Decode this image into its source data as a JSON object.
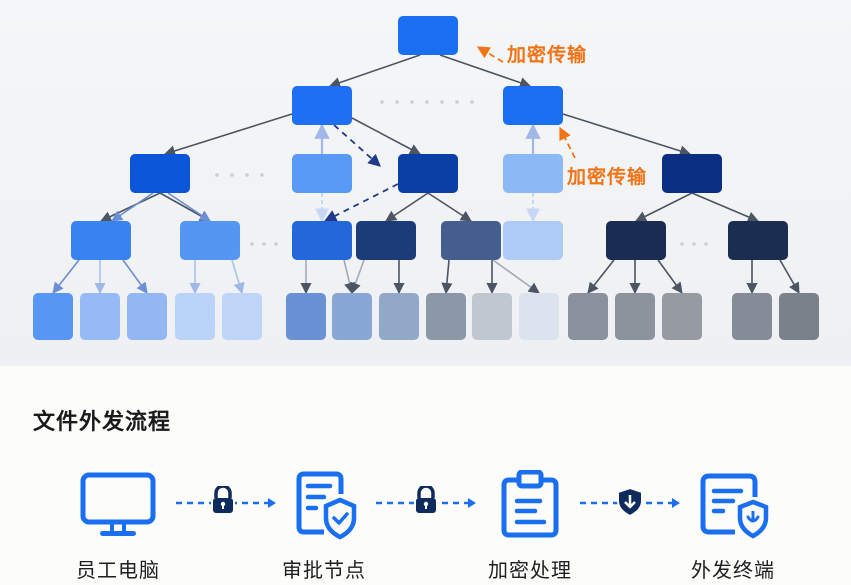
{
  "tree": {
    "annotations": [
      {
        "id": "enc-top",
        "text": "加密传输"
      },
      {
        "id": "enc-right",
        "text": "加密传输"
      }
    ],
    "colors": {
      "edge": "#4b5563",
      "edge_light": "#9fb8e8",
      "dashed_navy": "#1e3a8a",
      "annotation": "#f07316",
      "ellipsis": "#c9ced6"
    },
    "nodes": [
      {
        "id": "root",
        "level": 0,
        "color": "#1a6ff0"
      },
      {
        "id": "l1-a",
        "level": 1,
        "color": "#1f6ff2"
      },
      {
        "id": "l1-b",
        "level": 1,
        "color": "#1a6ff0"
      },
      {
        "id": "l2-a",
        "level": 2,
        "color": "#0b55d8"
      },
      {
        "id": "l2-b",
        "level": 2,
        "color": "#5799f5"
      },
      {
        "id": "l2-c",
        "level": 2,
        "color": "#0a3fa6"
      },
      {
        "id": "l2-d",
        "level": 2,
        "color": "#8cb8f5"
      },
      {
        "id": "l2-e",
        "level": 2,
        "color": "#0a2f82"
      },
      {
        "id": "l3-a",
        "level": 3,
        "color": "#3883f0"
      },
      {
        "id": "l3-b",
        "level": 3,
        "color": "#5496f2"
      },
      {
        "id": "l3-c",
        "level": 3,
        "color": "#2367db"
      },
      {
        "id": "l3-d",
        "level": 3,
        "color": "#1b3c78"
      },
      {
        "id": "l3-e",
        "level": 3,
        "color": "#445f8f"
      },
      {
        "id": "l3-f",
        "level": 3,
        "color": "#aecbf7"
      },
      {
        "id": "l3-g",
        "level": 3,
        "color": "#1b2c52"
      },
      {
        "id": "l3-h",
        "level": 3,
        "color": "#1c2d52"
      },
      {
        "id": "l4-1",
        "level": 4,
        "color": "#5797f3"
      },
      {
        "id": "l4-2",
        "level": 4,
        "color": "#95baf5"
      },
      {
        "id": "l4-3",
        "level": 4,
        "color": "#92b7f3"
      },
      {
        "id": "l4-4",
        "level": 4,
        "color": "#bad3f8"
      },
      {
        "id": "l4-5",
        "level": 4,
        "color": "#bed5f8"
      },
      {
        "id": "l4-6",
        "level": 4,
        "color": "#6a91d4"
      },
      {
        "id": "l4-7",
        "level": 4,
        "color": "#88a6d6"
      },
      {
        "id": "l4-8",
        "level": 4,
        "color": "#92a8c9"
      },
      {
        "id": "l4-9",
        "level": 4,
        "color": "#8c97a8"
      },
      {
        "id": "l4-10",
        "level": 4,
        "color": "#c1c7d1"
      },
      {
        "id": "l4-11",
        "level": 4,
        "color": "#dbe3ef"
      },
      {
        "id": "l4-12",
        "level": 4,
        "color": "#8a919c"
      },
      {
        "id": "l4-13",
        "level": 4,
        "color": "#8d939d"
      },
      {
        "id": "l4-14",
        "level": 4,
        "color": "#959aa3"
      },
      {
        "id": "l4-15",
        "level": 4,
        "color": "#868c97"
      },
      {
        "id": "l4-16",
        "level": 4,
        "color": "#7b818b"
      }
    ],
    "edges": [
      {
        "from": "root",
        "to": "l1-a",
        "style": "solid"
      },
      {
        "from": "root",
        "to": "l1-b",
        "style": "solid"
      },
      {
        "from": "l1-a",
        "to": "l2-a",
        "style": "solid"
      },
      {
        "from": "l2-b",
        "to": "l1-a",
        "style": "light"
      },
      {
        "from": "l1-a",
        "to": "l2-c",
        "style": "dashed"
      },
      {
        "from": "l1-a",
        "to": "l2-c",
        "style": "solid"
      },
      {
        "from": "l2-d",
        "to": "l1-b",
        "style": "light"
      },
      {
        "from": "l1-b",
        "to": "l2-e",
        "style": "solid"
      },
      {
        "from": "l2-a",
        "to": "l3-a",
        "style": "solid"
      },
      {
        "from": "l2-a",
        "to": "l3-b",
        "style": "solid"
      },
      {
        "from": "l2-b",
        "to": "l3-c",
        "style": "faint"
      },
      {
        "from": "l2-c",
        "to": "l3-c",
        "style": "dashed"
      },
      {
        "from": "l2-c",
        "to": "l3-d",
        "style": "solid"
      },
      {
        "from": "l2-c",
        "to": "l3-e",
        "style": "solid"
      },
      {
        "from": "l2-d",
        "to": "l3-f",
        "style": "faint"
      },
      {
        "from": "l2-e",
        "to": "l3-g",
        "style": "solid"
      },
      {
        "from": "l2-e",
        "to": "l3-h",
        "style": "solid"
      }
    ]
  },
  "flow": {
    "title": "文件外发流程",
    "steps": [
      {
        "label": "员工电脑",
        "icon": "monitor-icon"
      },
      {
        "label": "审批节点",
        "icon": "document-shield-check-icon"
      },
      {
        "label": "加密处理",
        "icon": "clipboard-icon"
      },
      {
        "label": "外发终端",
        "icon": "document-shield-download-icon"
      }
    ],
    "connectors": [
      {
        "icon": "lock-icon"
      },
      {
        "icon": "lock-icon"
      },
      {
        "icon": "shield-download-icon"
      }
    ],
    "colors": {
      "icon_blue": "#1a6ff0",
      "connector_navy": "#0f2a5c",
      "arrow_blue": "#1a6ff0"
    }
  }
}
